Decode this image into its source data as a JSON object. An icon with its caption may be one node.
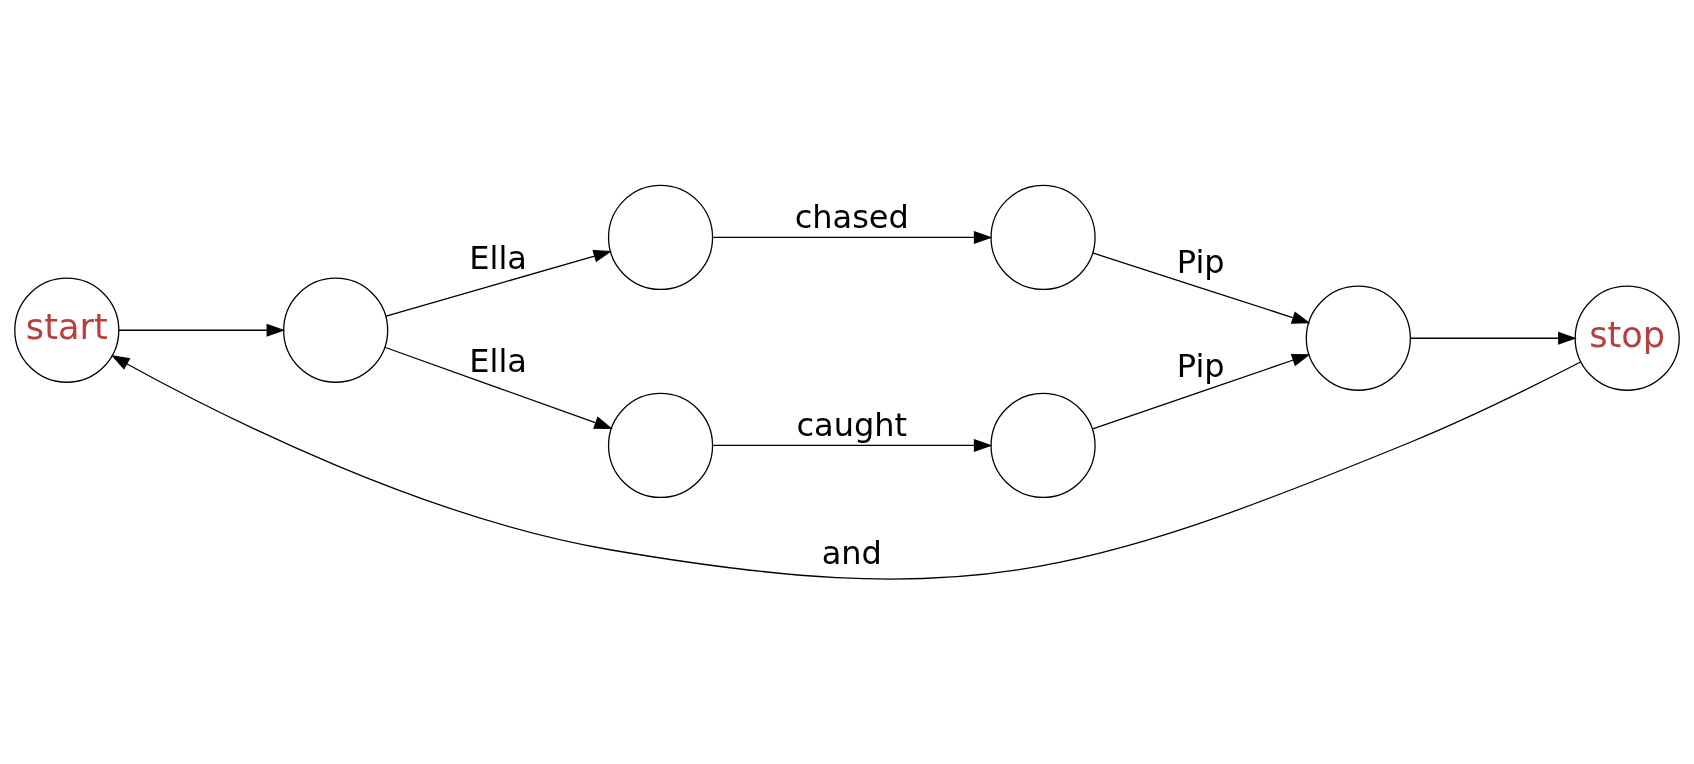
{
  "diagram": {
    "nodes": [
      {
        "text": [
          "start"
        ]
      },
      {
        "text": [],
        "shape": "circle"
      },
      {
        "text": [],
        "shape": "circle"
      },
      {
        "text": [],
        "shape": "circle"
      },
      {
        "text": [],
        "shape": "circle"
      },
      {
        "text": [],
        "shape": "circle"
      },
      {
        "text": [],
        "shape": "circle"
      },
      {
        "text": [
          "stop"
        ]
      }
    ],
    "edges": [
      {
        "from": 0,
        "to": 1,
        "arrow": "to"
      },
      {
        "from": 1,
        "to": 2,
        "arrow": "to",
        "label": "Ella"
      },
      {
        "from": 2,
        "to": 3,
        "arrow": "to",
        "label": "chased"
      },
      {
        "from": 3,
        "to": 6,
        "arrow": "to",
        "label": "Pip"
      },
      {
        "from": 1,
        "to": 4,
        "arrow": "to",
        "label": "Ella"
      },
      {
        "from": 4,
        "to": 5,
        "arrow": "to",
        "label": "caught"
      },
      {
        "from": 5,
        "to": 6,
        "arrow": "to",
        "label": "Pip"
      },
      {
        "from": 6,
        "to": 7,
        "arrow": "to"
      },
      {
        "from": 7,
        "to": 0,
        "arrow": "to",
        "label": "and"
      }
    ]
  }
}
